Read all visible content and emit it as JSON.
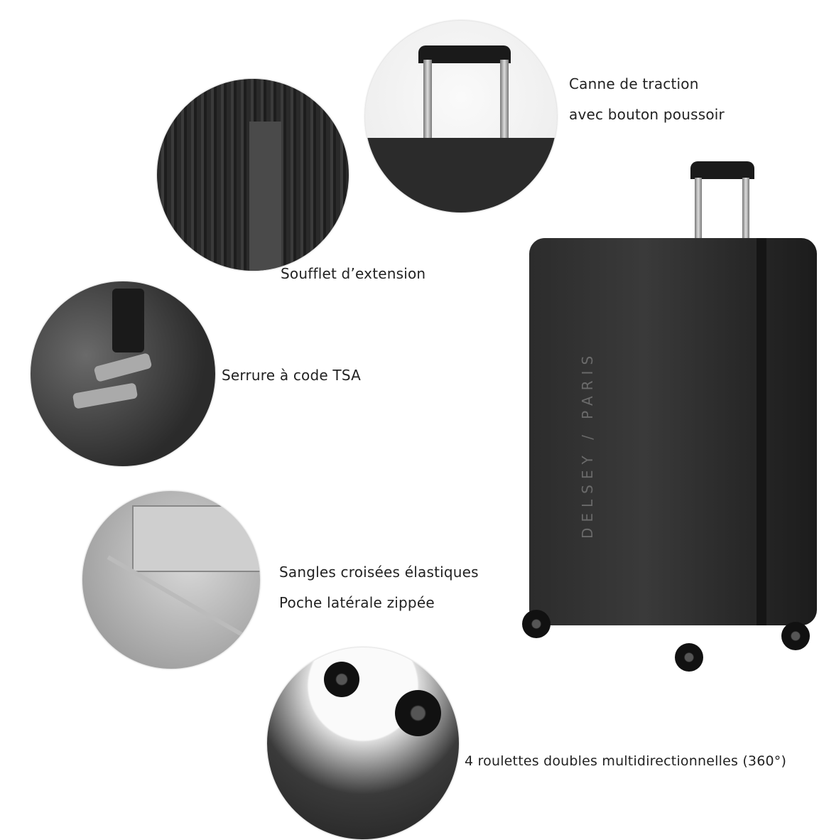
{
  "features": {
    "handle_line1": "Canne de traction",
    "handle_line2": "avec bouton poussoir",
    "gusset": "Soufflet d’extension",
    "lock": "Serrure à code TSA",
    "interior_line1": "Sangles croisées élastiques",
    "interior_line2": "Poche latérale zippée",
    "wheels": "4 roulettes doubles multidirectionnelles (360°)"
  },
  "product": {
    "brand": "DELSEY / PARIS"
  },
  "colors": {
    "text": "#222222",
    "suitcase": "#2c2c2c"
  }
}
